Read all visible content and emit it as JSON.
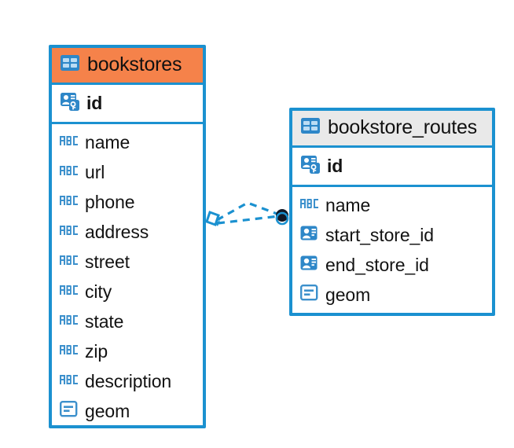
{
  "diagram": {
    "type": "entity-relationship-diagram",
    "background_color": "#FFFFFF",
    "accent_blue": "#1B91D0",
    "highlight_orange": "#F5824A",
    "header_gray": "#E9E9E9",
    "entities": [
      {
        "name": "bookstores",
        "table_icon": "table-icon",
        "header_color": "#F5824A",
        "selected": true,
        "primary_key": {
          "label": "id",
          "icon": "primary-key-icon",
          "bold": true
        },
        "fields": [
          {
            "label": "name",
            "icon": "text-abc-icon"
          },
          {
            "label": "url",
            "icon": "text-abc-icon"
          },
          {
            "label": "phone",
            "icon": "text-abc-icon"
          },
          {
            "label": "address",
            "icon": "text-abc-icon"
          },
          {
            "label": "street",
            "icon": "text-abc-icon"
          },
          {
            "label": "city",
            "icon": "text-abc-icon"
          },
          {
            "label": "state",
            "icon": "text-abc-icon"
          },
          {
            "label": "zip",
            "icon": "text-abc-icon"
          },
          {
            "label": "description",
            "icon": "text-abc-icon"
          },
          {
            "label": "geom",
            "icon": "geometry-icon"
          }
        ]
      },
      {
        "name": "bookstore_routes",
        "table_icon": "table-icon",
        "header_color": "#E9E9E9",
        "selected": false,
        "primary_key": {
          "label": "id",
          "icon": "primary-key-icon",
          "bold": true
        },
        "fields": [
          {
            "label": "name",
            "icon": "text-abc-icon"
          },
          {
            "label": "start_store_id",
            "icon": "foreign-key-icon"
          },
          {
            "label": "end_store_id",
            "icon": "foreign-key-icon"
          },
          {
            "label": "geom",
            "icon": "geometry-icon"
          }
        ]
      }
    ],
    "relationship": {
      "from_entity": "bookstores",
      "to_entity": "bookstore_routes",
      "line_style": "dashed",
      "line_color": "#1B91D0",
      "source_marker": "diamond-arrow-marker",
      "target_marker": "filled-circle-marker",
      "target_marker_color": "#111826"
    }
  }
}
